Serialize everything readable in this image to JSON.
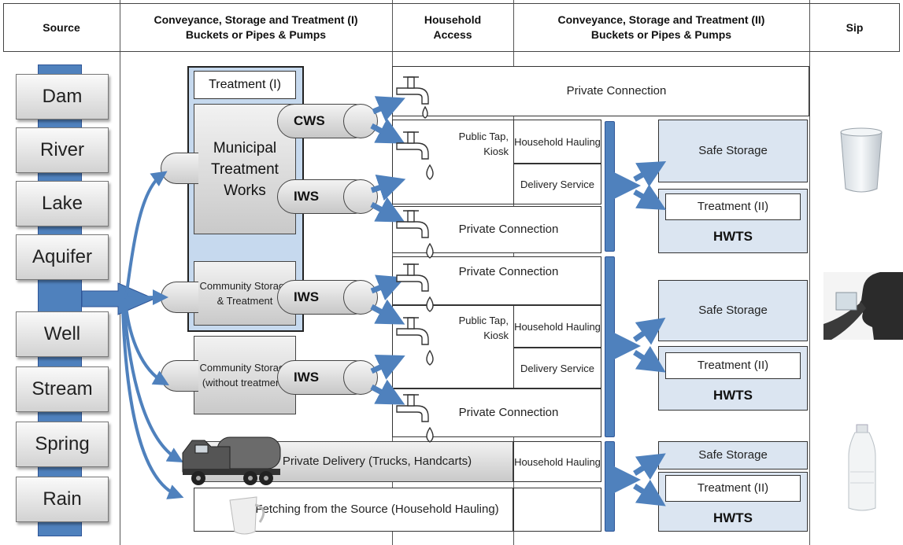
{
  "headers": {
    "source": "Source",
    "conveyance1_line1": "Conveyance, Storage and Treatment (I)",
    "conveyance1_line2": "Buckets or Pipes & Pumps",
    "household_line1": "Household",
    "household_line2": "Access",
    "conveyance2_line1": "Conveyance, Storage and Treatment (II)",
    "conveyance2_line2": "Buckets or Pipes & Pumps",
    "sip": "Sip"
  },
  "sources": [
    "Dam",
    "River",
    "Lake",
    "Aquifer",
    "Well",
    "Stream",
    "Spring",
    "Rain"
  ],
  "stage1": {
    "treatment1": "Treatment (I)",
    "municipal": "Municipal Treatment Works",
    "cws": "CWS",
    "iws": "IWS",
    "community_treatment": "Community Storage & Treatment",
    "community_no_treatment": "Community Storage (without treatment)",
    "private_delivery": "Private Delivery (Trucks, Handcarts)",
    "fetching": "Fetching from the Source (Household Hauling)"
  },
  "access": {
    "private_connection_top": "Private Connection",
    "public_tap": "Public Tap, Kiosk",
    "private_connection": "Private Connection",
    "household_hauling": "Household Hauling",
    "delivery_service": "Delivery Service"
  },
  "stage2": {
    "safe_storage": "Safe Storage",
    "treatment2": "Treatment (II)",
    "hwts": "HWTS"
  },
  "colors": {
    "arrow_blue": "#4f81bd",
    "light_blue": "#dbe5f1",
    "light_blue_municipal": "#c6d9ee"
  }
}
